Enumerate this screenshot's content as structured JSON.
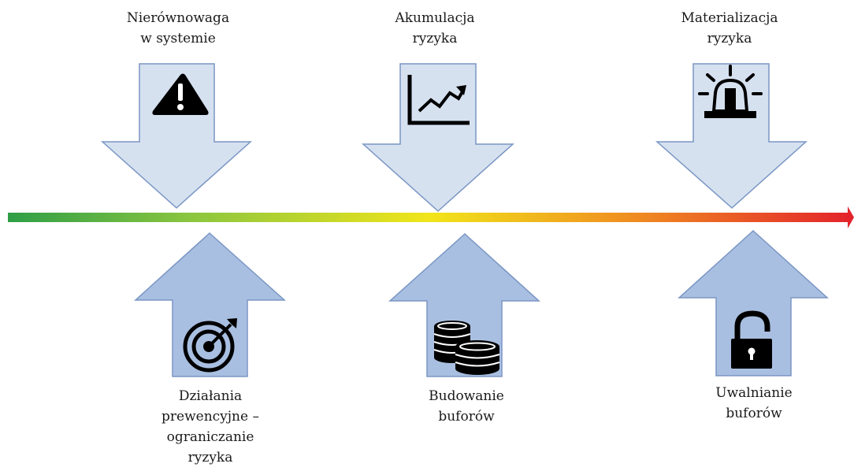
{
  "top_stages": [
    {
      "lines": [
        "Nierównowaga",
        "w systemie"
      ],
      "icon": "warning-icon"
    },
    {
      "lines": [
        "Akumulacja",
        "ryzyka"
      ],
      "icon": "trend-chart-icon"
    },
    {
      "lines": [
        "Materializacja",
        "ryzyka"
      ],
      "icon": "alarm-siren-icon"
    }
  ],
  "bottom_actions": [
    {
      "lines": [
        "Działania",
        "prewencyjne –",
        "ograniczanie",
        "ryzyka"
      ],
      "icon": "target-icon"
    },
    {
      "lines": [
        "Budowanie",
        "buforów"
      ],
      "icon": "coins-icon"
    },
    {
      "lines": [
        "Uwalnianie",
        "buforów"
      ],
      "icon": "unlocked-padlock-icon"
    }
  ],
  "colors": {
    "top_arrow_fill": "#d6e1f0",
    "bottom_arrow_fill": "#a9bfe1",
    "arrow_stroke": "#7a96c4",
    "gradient": [
      "#2e9e47",
      "#b6d334",
      "#f1e51a",
      "#ef8a21",
      "#e3242b"
    ]
  }
}
